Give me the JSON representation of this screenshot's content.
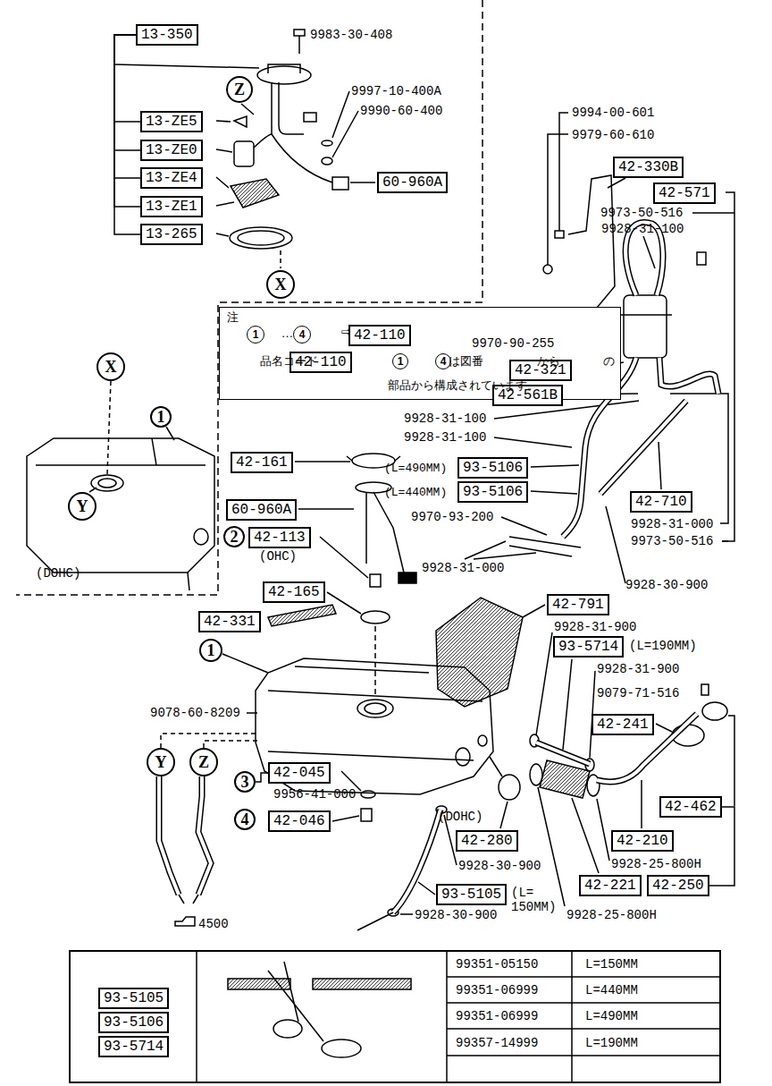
{
  "diagram": {
    "nodes": [
      {
        "text": [
          "13-350"
        ]
      },
      {
        "text": [
          "Z"
        ]
      },
      {
        "text": [
          "13-ZE5"
        ]
      },
      {
        "text": [
          "13-ZE0"
        ]
      },
      {
        "text": [
          "13-ZE4"
        ]
      },
      {
        "text": [
          "60-960A"
        ]
      },
      {
        "text": [
          "13-ZE1"
        ]
      },
      {
        "text": [
          "13-265"
        ]
      },
      {
        "text": [
          "42-330B"
        ]
      },
      {
        "text": [
          "42-571"
        ]
      },
      {
        "text": [
          "X"
        ]
      },
      {
        "text": [
          "注",
          "…",
          "⇨",
          "品名コード",
          "は図番",
          "から",
          "の",
          "部品から構成されています。"
        ]
      },
      {
        "text": [
          "1"
        ],
        "in": 11
      },
      {
        "text": [
          "4"
        ],
        "in": 11
      },
      {
        "text": [
          "42-110"
        ],
        "in": 11
      },
      {
        "text": [
          "42-110"
        ],
        "in": 11
      },
      {
        "text": [
          "1"
        ],
        "in": 11
      },
      {
        "text": [
          "4"
        ],
        "in": 11
      },
      {
        "text": [
          "42-321"
        ]
      },
      {
        "text": [
          "X"
        ]
      },
      {
        "text": [
          "42-561B"
        ]
      },
      {
        "text": [
          "1"
        ]
      },
      {
        "text": [
          "42-161"
        ]
      },
      {
        "text": [
          "93-5106"
        ]
      },
      {
        "text": [
          "93-5106"
        ]
      },
      {
        "text": [
          "60-960A"
        ]
      },
      {
        "text": [
          "42-710"
        ]
      },
      {
        "text": [
          "Y"
        ]
      },
      {
        "text": [
          "2"
        ]
      },
      {
        "text": [
          "42-113"
        ]
      },
      {
        "text": [
          "42-165"
        ]
      },
      {
        "text": [
          "42-791"
        ]
      },
      {
        "text": [
          "42-331"
        ]
      },
      {
        "text": [
          "1"
        ]
      },
      {
        "text": [
          "93-5714"
        ]
      },
      {
        "text": [
          "42-241"
        ]
      },
      {
        "text": [
          "Y"
        ]
      },
      {
        "text": [
          "Z"
        ]
      },
      {
        "text": [
          "3"
        ]
      },
      {
        "text": [
          "42-045"
        ]
      },
      {
        "text": [
          "42-462"
        ]
      },
      {
        "text": [
          "4"
        ]
      },
      {
        "text": [
          "42-046"
        ]
      },
      {
        "text": [
          "42-280"
        ]
      },
      {
        "text": [
          "42-210"
        ]
      },
      {
        "text": [
          "42-221"
        ]
      },
      {
        "text": [
          "42-250"
        ]
      },
      {
        "text": [
          "93-5105"
        ]
      },
      {
        "text": [
          "93-5105"
        ]
      },
      {
        "text": [
          "93-5106"
        ]
      },
      {
        "text": [
          "93-5714"
        ]
      }
    ],
    "edges": [
      {
        "from": 0,
        "to": 2,
        "arrow": "none"
      },
      {
        "from": 0,
        "to": 3,
        "arrow": "none"
      },
      {
        "from": 0,
        "to": 4,
        "arrow": "none"
      },
      {
        "from": 0,
        "to": 6,
        "arrow": "none"
      },
      {
        "from": 0,
        "to": 7,
        "arrow": "none"
      },
      {
        "from": 38,
        "to": 39,
        "arrow": "none"
      },
      {
        "from": 40,
        "to": 46,
        "arrow": "none"
      }
    ],
    "labels": [
      "9983-30-408",
      "9997-10-400A",
      "9990-60-400",
      "9994-00-601",
      "9979-60-610",
      "9973-50-516",
      "9928-31-100",
      "9970-90-255",
      "9928-31-100",
      "9928-31-100",
      "(L=490MM)",
      "(L=440MM)",
      "9970-93-200",
      "9928-31-000",
      "9973-50-516",
      "9928-31-000",
      "9928-30-900",
      "(DOHC)",
      "(OHC)",
      "9928-31-900",
      "(L=190MM)",
      "9928-31-900",
      "9079-71-516",
      "9078-60-8209",
      "9956-41-000",
      "(DOHC)",
      "9928-30-900",
      "9928-25-800H",
      "(L= 150MM)",
      "9928-30-900",
      "9928-25-800H",
      "4500",
      "99351-05150",
      "L=150MM",
      "99351-06999",
      "L=440MM",
      "99351-06999",
      "L=490MM",
      "99357-14999",
      "L=190MM"
    ]
  }
}
